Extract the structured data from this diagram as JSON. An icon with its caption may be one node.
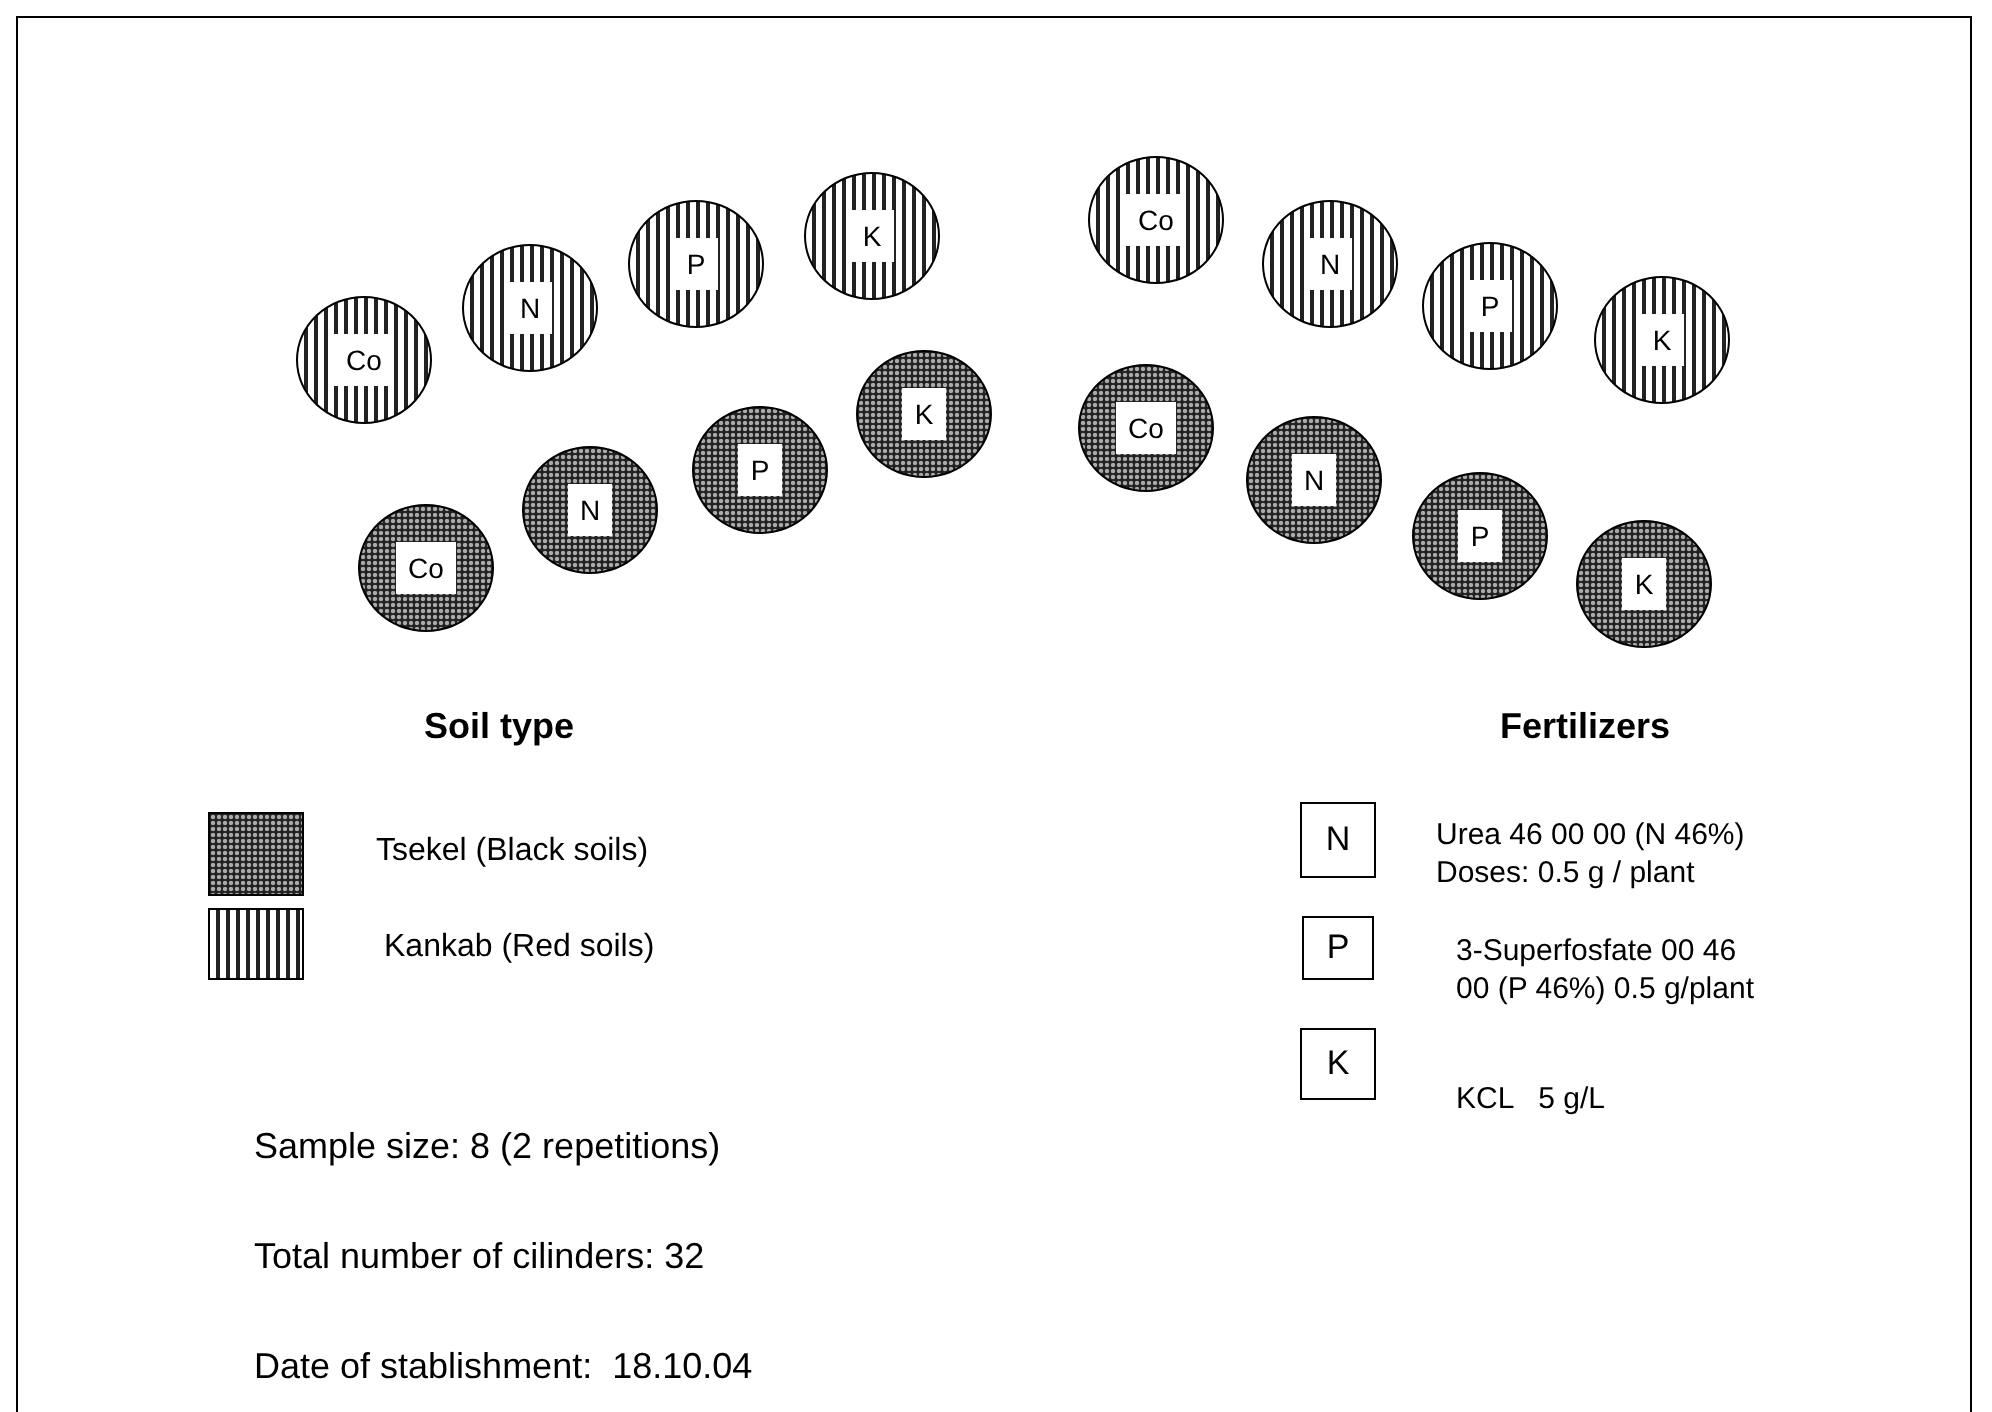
{
  "diagram": {
    "nodes": [
      {
        "text": [
          "Co"
        ]
      },
      {
        "text": [
          "N"
        ]
      },
      {
        "text": [
          "P"
        ]
      },
      {
        "text": [
          "K"
        ]
      },
      {
        "text": [
          "Co"
        ]
      },
      {
        "text": [
          "N"
        ]
      },
      {
        "text": [
          "P"
        ]
      },
      {
        "text": [
          "K"
        ]
      },
      {
        "text": [
          "Co"
        ]
      },
      {
        "text": [
          "N"
        ]
      },
      {
        "text": [
          "P"
        ]
      },
      {
        "text": [
          "K"
        ]
      },
      {
        "text": [
          "Co"
        ]
      },
      {
        "text": [
          "N"
        ]
      },
      {
        "text": [
          "P"
        ]
      },
      {
        "text": [
          "K"
        ]
      },
      {
        "text": [
          "N"
        ],
        "beside": [
          "Urea 46 00 00 (N 46%) Doses: 0.5 g / plant"
        ]
      },
      {
        "text": [
          "P"
        ],
        "beside": [
          "3-Superfosfate 00 46 00 (P 46%) 0.5 g/plant"
        ]
      },
      {
        "text": [
          "K"
        ],
        "beside": [
          "KCL   5 g/L"
        ]
      }
    ],
    "labels": [
      "Soil type",
      "Fertilizers",
      "Sample size: 8 (2 repetitions)",
      "Total number of cilinders: 32",
      "Date of stablishment:  18.10.04"
    ],
    "legend": [
      {
        "text": "Tsekel (Black soils)"
      },
      {
        "text": "Kankab (Red soils)"
      }
    ]
  }
}
